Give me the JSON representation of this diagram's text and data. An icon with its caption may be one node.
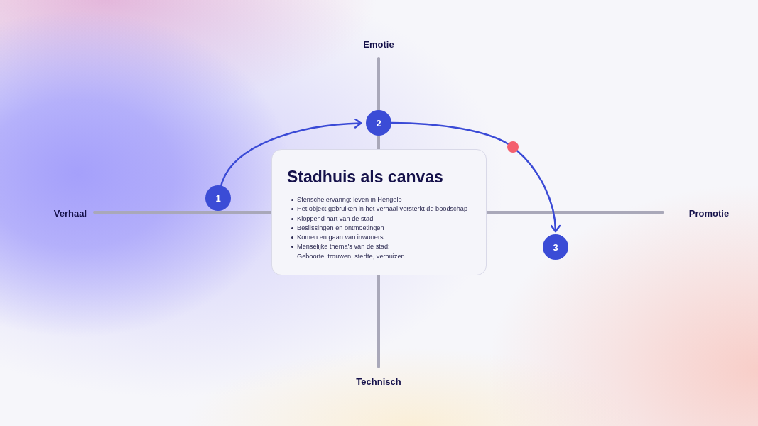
{
  "diagram": {
    "nodes": [
      {
        "text": [
          "1"
        ]
      },
      {
        "text": [
          "2"
        ]
      },
      {
        "text": [],
        "shape": "circle"
      },
      {
        "text": [
          "3"
        ]
      },
      {
        "text": [
          "Stadhuis als canvas",
          "Sferische ervaring: leven in Hengelo",
          "Het object gebruiken in het verhaal versterkt de boodschap",
          "Kloppend hart van de stad",
          "Beslissingen en ontmoetingen",
          "Komen en gaan van inwoners",
          "Menselijke thema’s van de stad: Geboorte, trouwen, sterfte, verhuizen"
        ]
      }
    ],
    "edges": [
      {
        "from": 0,
        "to": 1,
        "arrow": "to"
      },
      {
        "from": 1,
        "to": 2,
        "arrow": "none"
      },
      {
        "from": 2,
        "to": 3,
        "arrow": "to"
      }
    ],
    "labels": [
      "Emotie",
      "Verhaal",
      "Promotie",
      "Technisch"
    ]
  }
}
